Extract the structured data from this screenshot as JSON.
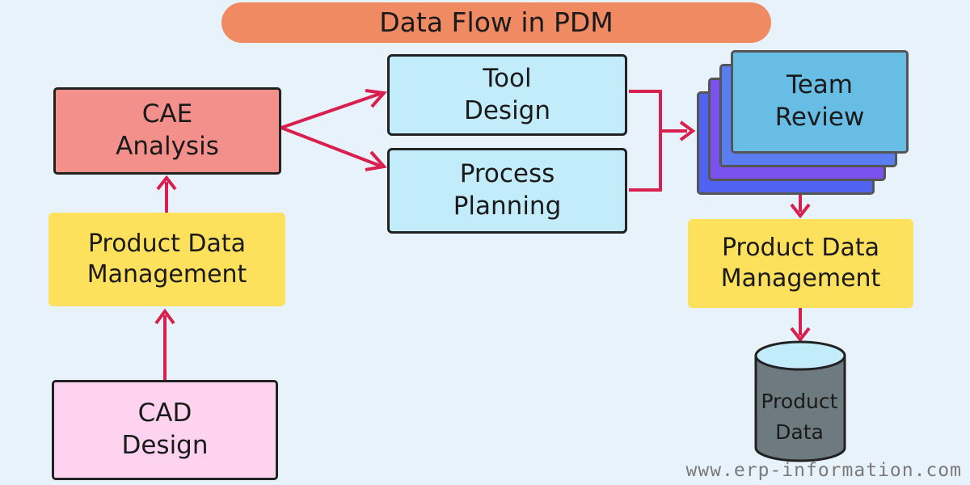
{
  "title": "Data Flow in PDM",
  "nodes": {
    "cae": [
      "CAE",
      "Analysis"
    ],
    "pdm_left": [
      "Product Data",
      "Management"
    ],
    "cad": [
      "CAD",
      "Design"
    ],
    "tool": [
      "Tool",
      "Design"
    ],
    "process": [
      "Process",
      "Planning"
    ],
    "team": [
      "Team",
      "Review"
    ],
    "pdm_right": [
      "Product Data",
      "Management"
    ],
    "product_data": [
      "Product",
      "Data"
    ]
  },
  "watermark": "www.erp-information.com",
  "colors": {
    "background": "#e8f2fa",
    "title_pill": "#f08a63",
    "cae": "#f4908c",
    "pdm": "#fde05c",
    "cad": "#fdd3f0",
    "process_boxes": "#c3ecfb",
    "team_review": "#67bde4",
    "arrows": "#d81f4e",
    "database": "#6d7b80"
  }
}
